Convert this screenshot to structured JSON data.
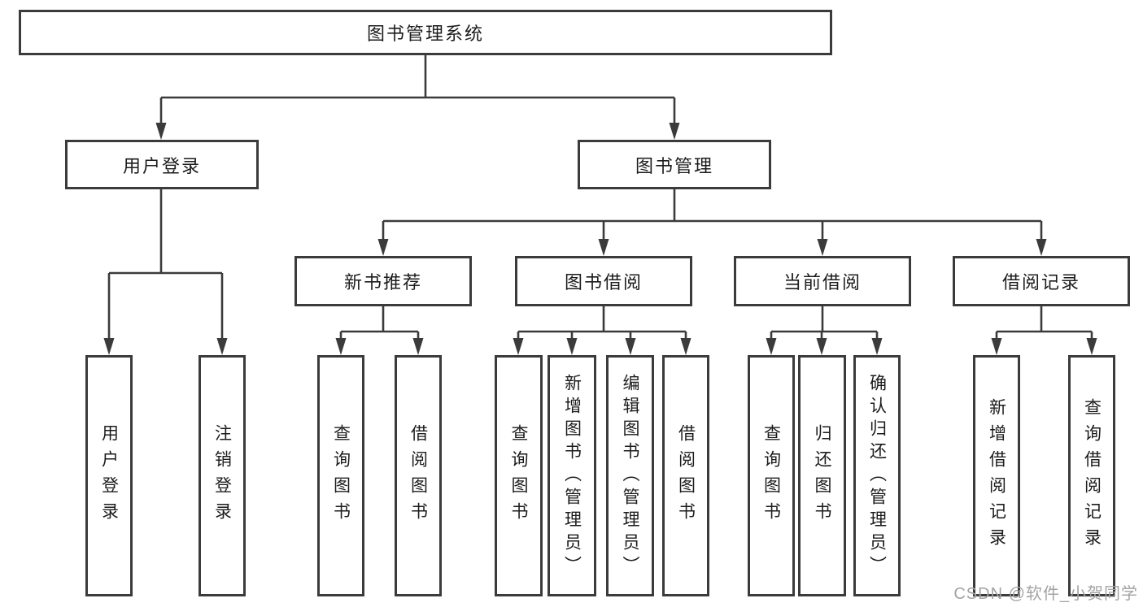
{
  "diagram": {
    "title": "图书管理系统",
    "colors": {
      "line": "#3b3b3b",
      "text": "#1c1c1c",
      "background": "#ffffff",
      "watermark": "#a3a3a3"
    },
    "nodes": {
      "root": {
        "label": "图书管理系统"
      },
      "user_login": {
        "label": "用户登录"
      },
      "book_mgmt": {
        "label": "图书管理"
      },
      "new_book_rec": {
        "label": "新书推荐"
      },
      "book_borrow": {
        "label": "图书借阅"
      },
      "current_borrow": {
        "label": "当前借阅"
      },
      "borrow_records": {
        "label": "借阅记录"
      }
    },
    "leaves": {
      "user_login_leaf": {
        "label": "用户登录"
      },
      "logout": {
        "label": "注销登录"
      },
      "rec_query": {
        "label": "查询图书"
      },
      "rec_borrow": {
        "label": "借阅图书"
      },
      "bb_query": {
        "label": "查询图书"
      },
      "bb_add": {
        "label": "新增图书（管理员）"
      },
      "bb_edit": {
        "label": "编辑图书（管理员）"
      },
      "bb_borrow": {
        "label": "借阅图书"
      },
      "cb_query": {
        "label": "查询图书"
      },
      "cb_return": {
        "label": "归还图书"
      },
      "cb_confirm": {
        "label": "确认归还（管理员）"
      },
      "br_add": {
        "label": "新增借阅记录"
      },
      "br_query": {
        "label": "查询借阅记录"
      }
    },
    "watermark": {
      "text": "CSDN @软件_小贺同学"
    }
  }
}
